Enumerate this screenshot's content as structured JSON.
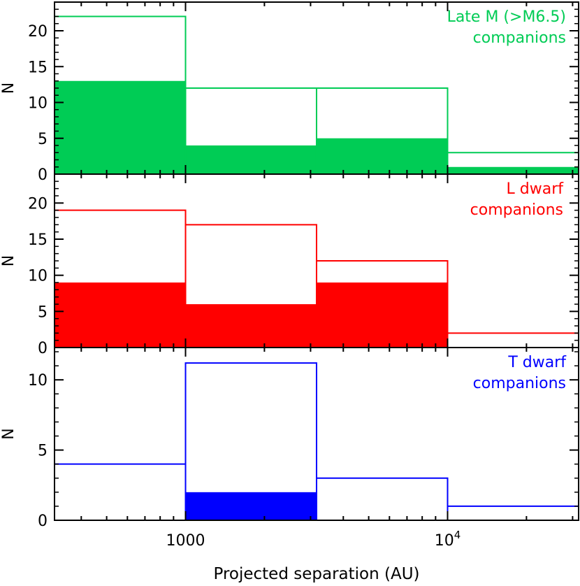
{
  "chart_data": {
    "type": "histogram",
    "xlabel": "Projected separation (AU)",
    "xscale": "log",
    "xlim": [
      316.2,
      31623
    ],
    "bin_edges": [
      316.2,
      1000,
      3162,
      10000,
      31623
    ],
    "x_ticks": [
      {
        "value": 1000,
        "base": "1000",
        "exp": ""
      },
      {
        "value": 10000,
        "base": "10",
        "exp": "4"
      }
    ],
    "panels": [
      {
        "id": "late-m",
        "ylabel": "N",
        "ylim": [
          0,
          24
        ],
        "yticks": [
          0,
          5,
          10,
          15,
          20
        ],
        "color": "#00cc55",
        "label": [
          "Late M (>M6.5)",
          "companions"
        ],
        "total": [
          22,
          12,
          12,
          3
        ],
        "subset": [
          13,
          4,
          5,
          1
        ]
      },
      {
        "id": "l-dwarf",
        "ylabel": "N",
        "ylim": [
          0,
          24
        ],
        "yticks": [
          0,
          5,
          10,
          15,
          20
        ],
        "color": "#ff0000",
        "label": [
          "L dwarf",
          "companions"
        ],
        "total": [
          19,
          17,
          12,
          2
        ],
        "subset": [
          9,
          6,
          9,
          0
        ]
      },
      {
        "id": "t-dwarf",
        "ylabel": "N",
        "ylim": [
          0,
          12.3
        ],
        "yticks": [
          0,
          5,
          10
        ],
        "color": "#0000ff",
        "label": [
          "T dwarf",
          "companions"
        ],
        "total": [
          4,
          11.2,
          3,
          1
        ],
        "subset": [
          0,
          2,
          0,
          0
        ]
      }
    ]
  }
}
